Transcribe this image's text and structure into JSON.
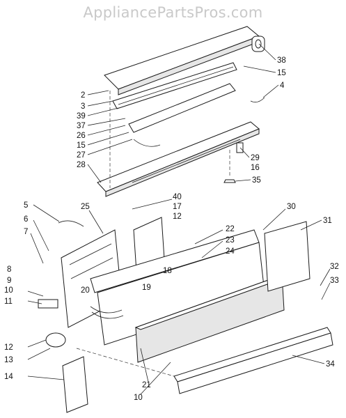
{
  "watermark": "AppliancePartsPros.com",
  "callouts": [
    "2",
    "3",
    "39",
    "37",
    "26",
    "15",
    "27",
    "28",
    "38",
    "15",
    "4",
    "29",
    "16",
    "35",
    "5",
    "25",
    "6",
    "7",
    "8",
    "9",
    "10",
    "11",
    "12",
    "13",
    "14",
    "40",
    "17",
    "12",
    "22",
    "23",
    "24",
    "18",
    "19",
    "20",
    "21",
    "10",
    "30",
    "31",
    "32",
    "33",
    "34"
  ]
}
